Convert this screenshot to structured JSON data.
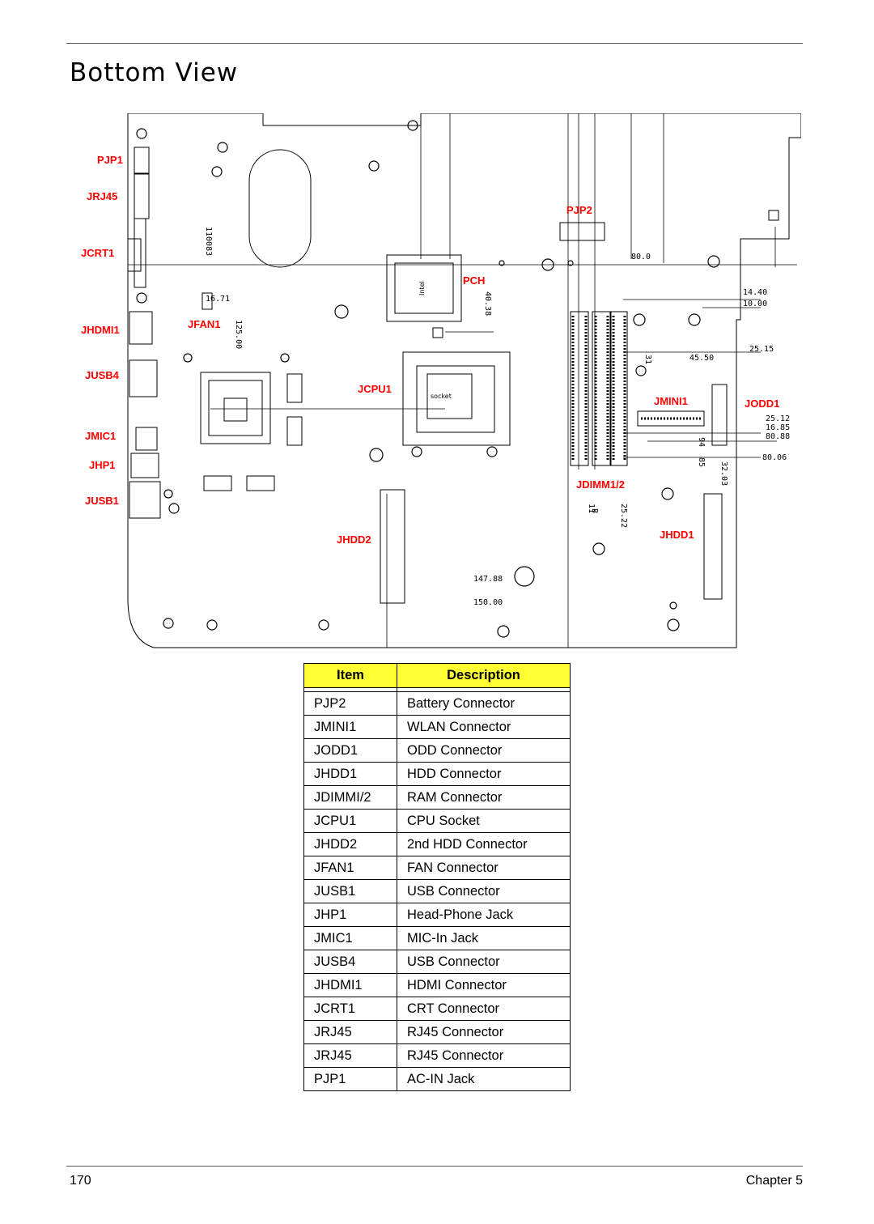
{
  "page": {
    "title": "Bottom View",
    "page_number": "170",
    "chapter": "Chapter 5"
  },
  "diagram": {
    "labels": {
      "pjp1": "PJP1",
      "jrj45": "JRJ45",
      "jcrt1": "JCRT1",
      "jhdmi1": "JHDMI1",
      "jusb4": "JUSB4",
      "jmic1": "JMIC1",
      "jhp1": "JHP1",
      "jusb1": "JUSB1",
      "jfan1": "JFAN1",
      "pjp2": "PJP2",
      "pch": "PCH",
      "jcpu1": "JCPU1",
      "jmini1": "JMINI1",
      "jodd1": "JODD1",
      "jdimm12": "JDIMM1/2",
      "jhdd1": "JHDD1",
      "jhdd2": "JHDD2"
    },
    "dims": {
      "d1": "16.71",
      "d2": "110083",
      "d3": "125.00",
      "d4": "80.0",
      "d5": "40.38",
      "d6": "14.40",
      "d7": "10.00",
      "d8": "45.50",
      "d9": "25.15",
      "d10": "25.12",
      "d11": "16.85",
      "d12": "80.88",
      "d13": "80.06",
      "d14": "147.88",
      "d15": "150.00",
      "d16": "B",
      "d17": "11",
      "d18": "25.22",
      "d19": "31",
      "d20": "94",
      "d21": "85",
      "d22": "32.03"
    },
    "chip_text": {
      "pch": "Intel",
      "cpu": "socket"
    }
  },
  "table": {
    "headers": [
      "Item",
      "Description"
    ],
    "rows": [
      [
        "PJP2",
        "Battery Connector"
      ],
      [
        "JMINI1",
        "WLAN Connector"
      ],
      [
        "JODD1",
        "ODD Connector"
      ],
      [
        "JHDD1",
        "HDD Connector"
      ],
      [
        "JDIMMI/2",
        "RAM Connector"
      ],
      [
        "JCPU1",
        "CPU Socket"
      ],
      [
        "JHDD2",
        "2nd HDD Connector"
      ],
      [
        "JFAN1",
        "FAN Connector"
      ],
      [
        "JUSB1",
        "USB Connector"
      ],
      [
        "JHP1",
        "Head-Phone Jack"
      ],
      [
        "JMIC1",
        "MIC-In Jack"
      ],
      [
        "JUSB4",
        "USB Connector"
      ],
      [
        "JHDMI1",
        "HDMI Connector"
      ],
      [
        "JCRT1",
        "CRT Connector"
      ],
      [
        "JRJ45",
        "RJ45 Connector"
      ],
      [
        "JRJ45",
        "RJ45 Connector"
      ],
      [
        "PJP1",
        "AC-IN Jack"
      ]
    ]
  }
}
